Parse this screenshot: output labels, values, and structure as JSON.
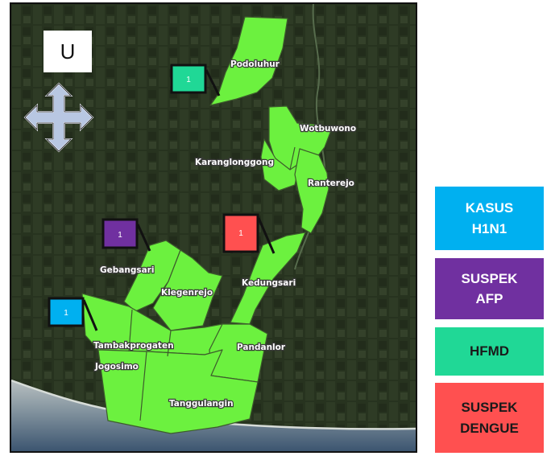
{
  "compass": {
    "north_label": "U"
  },
  "villages": [
    {
      "id": "podoluhur",
      "label": "Podoluhur"
    },
    {
      "id": "wotbuwono",
      "label": "Wotbuwono"
    },
    {
      "id": "karanglonggong",
      "label": "Karanglonggong"
    },
    {
      "id": "ranterejo",
      "label": "Ranterejo"
    },
    {
      "id": "gebangsari",
      "label": "Gebangsari"
    },
    {
      "id": "klegenrejo",
      "label": "Klegenrejo"
    },
    {
      "id": "kedungsari",
      "label": "Kedungsari"
    },
    {
      "id": "tambakprogaten",
      "label": "Tambakprogaten"
    },
    {
      "id": "jogosimo",
      "label": "Jogosimo"
    },
    {
      "id": "pandanlor",
      "label": "Pandanlor"
    },
    {
      "id": "tanggulangin",
      "label": "Tanggulangin"
    }
  ],
  "cases": [
    {
      "category": "hfmd",
      "count": "1",
      "color": "#20d896"
    },
    {
      "category": "suspek-afp",
      "count": "1",
      "color": "#7030a0"
    },
    {
      "category": "suspek-dengue",
      "count": "1",
      "color": "#ff5050"
    },
    {
      "category": "kasus-h1n1",
      "count": "1",
      "color": "#00b0f0"
    }
  ],
  "legend": [
    {
      "id": "h1n1",
      "label": "KASUS\nH1N1",
      "color": "#00b0f0"
    },
    {
      "id": "afp",
      "label": "SUSPEK\nAFP",
      "color": "#7030a0"
    },
    {
      "id": "hfmd",
      "label": "HFMD",
      "color": "#20d896"
    },
    {
      "id": "dengue",
      "label": "SUSPEK\nDENGUE",
      "color": "#ff5050"
    }
  ],
  "colors": {
    "region_fill": "#6cf13f",
    "background": "#27331f",
    "sea": "#8a9aa7"
  }
}
